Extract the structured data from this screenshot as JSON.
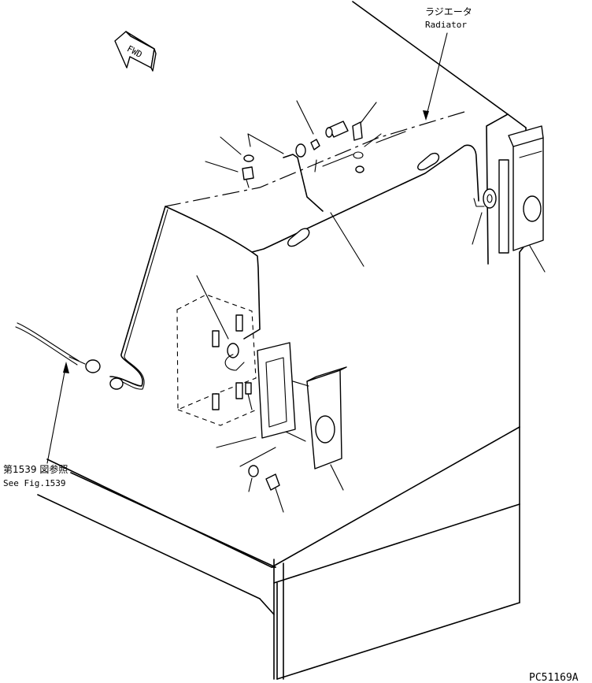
{
  "labels": {
    "radiator_jp": "ラジエータ",
    "radiator_en": "Radiator",
    "fwd": "FWD",
    "see_fig_jp": "第1539 図参照",
    "see_fig_en": "See Fig.1539",
    "drawing_code": "PC51169A"
  }
}
